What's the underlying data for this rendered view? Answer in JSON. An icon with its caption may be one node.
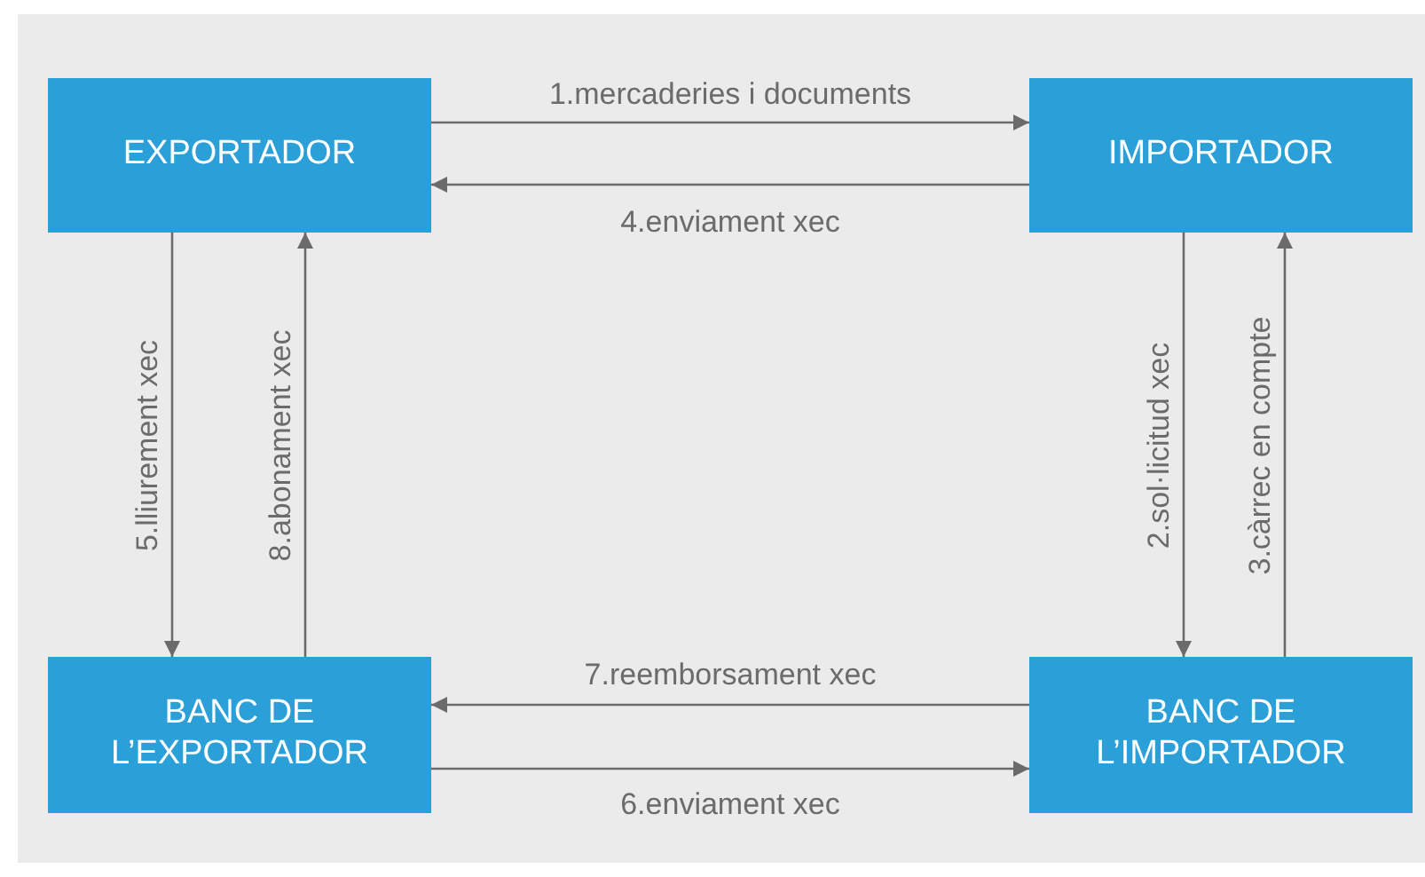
{
  "diagram": {
    "nodes": [
      {
        "text": [
          "EXPORTADOR"
        ]
      },
      {
        "text": [
          "IMPORTADOR"
        ]
      },
      {
        "text": [
          "BANC DE L’EXPORTADOR"
        ]
      },
      {
        "text": [
          "BANC DE L’IMPORTADOR"
        ]
      }
    ],
    "edges": [
      {
        "from": 0,
        "to": 1,
        "arrow": "to",
        "label": "1.mercaderies i documents"
      },
      {
        "from": 1,
        "to": 0,
        "arrow": "to",
        "label": "4.enviament xec"
      },
      {
        "from": 0,
        "to": 2,
        "arrow": "to",
        "label": "5.lliurement xec"
      },
      {
        "from": 2,
        "to": 0,
        "arrow": "to",
        "label": "8.abonament xec"
      },
      {
        "from": 1,
        "to": 3,
        "arrow": "to",
        "label": "2.sol·licitud xec"
      },
      {
        "from": 3,
        "to": 1,
        "arrow": "to",
        "label": "3.càrrec en compte"
      },
      {
        "from": 3,
        "to": 2,
        "arrow": "to",
        "label": "7.reemborsament xec"
      },
      {
        "from": 2,
        "to": 3,
        "arrow": "to",
        "label": "6.enviament xec"
      }
    ]
  }
}
